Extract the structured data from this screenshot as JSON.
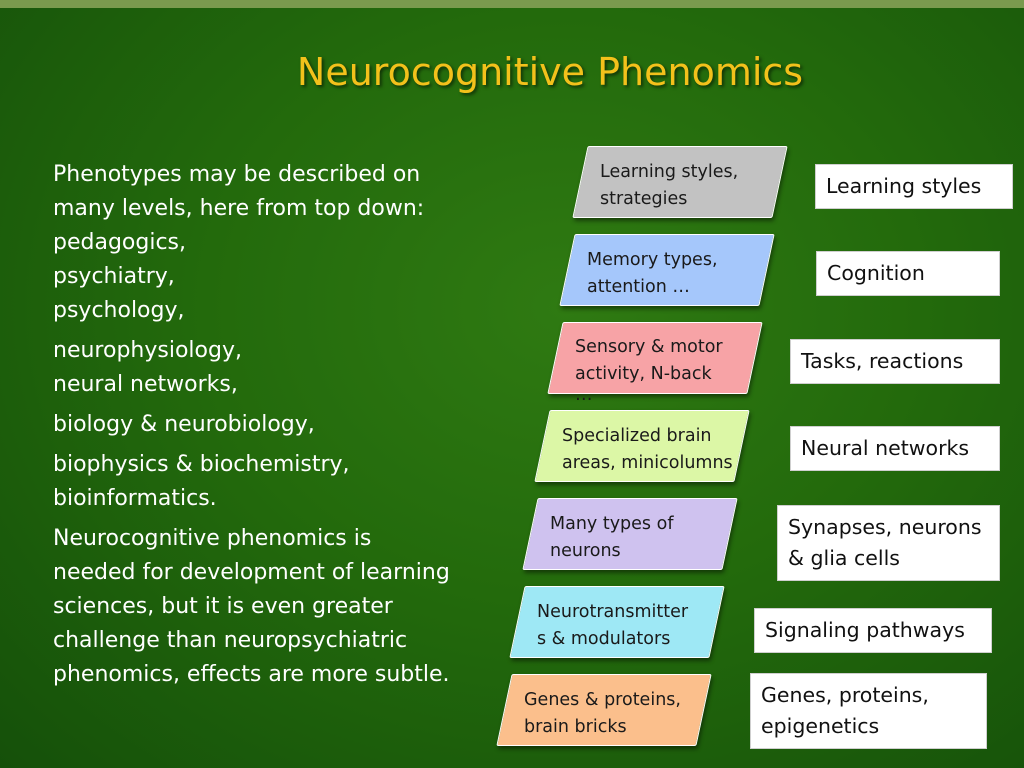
{
  "title": "Neurocognitive Phenomics",
  "paragraphs": [
    {
      "lines": [
        "Phenotypes may be described on",
        "many levels, here from top down:",
        "pedagogics,",
        "psychiatry,",
        "psychology,"
      ]
    },
    {
      "lines": [
        "neurophysiology,",
        "neural networks,"
      ]
    },
    {
      "lines": [
        "biology & neurobiology,"
      ]
    },
    {
      "lines": [
        "biophysics & biochemistry,",
        "bioinformatics."
      ]
    },
    {
      "lines": [
        "Neurocognitive phenomics is",
        "needed for development of learning",
        "sciences, but it is even greater",
        "challenge than neuropsychiatric",
        "phenomics, effects are more subtle."
      ]
    }
  ],
  "levels": [
    {
      "shape_lines": [
        "Learning   styles,",
        "strategies"
      ],
      "shape_color": "#c2c2c2",
      "label_lines": [
        "Learning styles"
      ]
    },
    {
      "shape_lines": [
        "Memory types,",
        "attention …"
      ],
      "shape_color": "#a5c7fb",
      "label_lines": [
        "Cognition"
      ]
    },
    {
      "shape_lines": [
        "Sensory & motor",
        "activity,    N-back",
        "…"
      ],
      "shape_color": "#f7a3a6",
      "label_lines": [
        "Tasks, reactions"
      ]
    },
    {
      "shape_lines": [
        "Specialized brain",
        "areas, minicolumns"
      ],
      "shape_color": "#dcf7a6",
      "label_lines": [
        "Neural networks"
      ]
    },
    {
      "shape_lines": [
        "Many types of",
        "neurons"
      ],
      "shape_color": "#cfc2ef",
      "label_lines": [
        "Synapses, neurons",
        "& glia cells"
      ]
    },
    {
      "shape_lines": [
        "Neurotransmitter",
        "s & modulators"
      ],
      "shape_color": "#9ee8f5",
      "label_lines": [
        "Signaling pathways"
      ]
    },
    {
      "shape_lines": [
        "Genes   &   proteins,",
        "brain bricks"
      ],
      "shape_color": "#fbbf8c",
      "label_lines": [
        "Genes, proteins,",
        "epigenetics"
      ]
    }
  ]
}
